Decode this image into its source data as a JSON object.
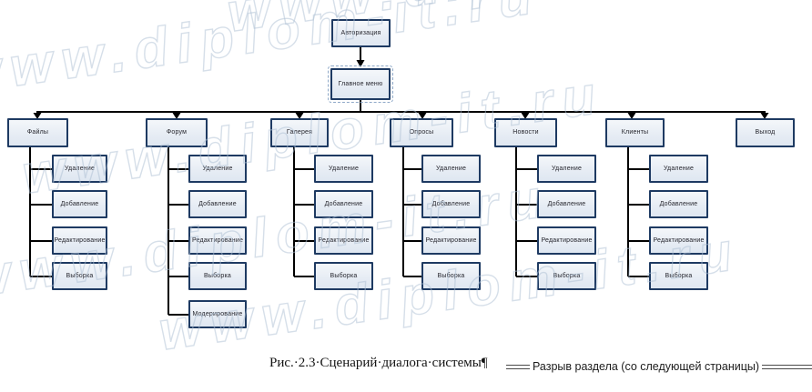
{
  "watermark": {
    "text": "www.diplom-it.ru"
  },
  "diagram": {
    "root": "Авторизация",
    "main_menu": "Главное меню",
    "branches": [
      {
        "label": "Файлы",
        "children": [
          "Удаление",
          "Добавление",
          "Редактирование",
          "Выборка"
        ]
      },
      {
        "label": "Форум",
        "children": [
          "Удаление",
          "Добавление",
          "Редактирование",
          "Выборка",
          "Модерирование"
        ]
      },
      {
        "label": "Галерея",
        "children": [
          "Удаление",
          "Добавление",
          "Редактирование",
          "Выборка"
        ]
      },
      {
        "label": "Опросы",
        "children": [
          "Удаление",
          "Добавление",
          "Редактирование",
          "Выборка"
        ]
      },
      {
        "label": "Новости",
        "children": [
          "Удаление",
          "Добавление",
          "Редактирование",
          "Выборка"
        ]
      },
      {
        "label": "Клиенты",
        "children": [
          "Удаление",
          "Добавление",
          "Редактирование",
          "Выборка"
        ]
      },
      {
        "label": "Выход",
        "children": []
      }
    ]
  },
  "caption": {
    "text": "Рис.·2.3·Сценарий·диалога·системы¶"
  },
  "section_break": {
    "label": "Разрыв раздела (со следующей страницы)"
  }
}
